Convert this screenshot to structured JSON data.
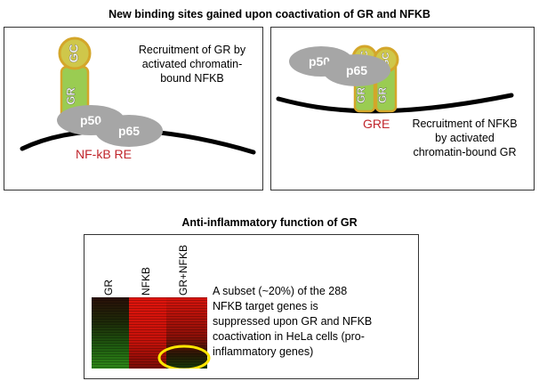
{
  "title": "New binding sites gained upon coactivation of GR and NFKB",
  "left_panel": {
    "description_lines": [
      "Recruitment of GR by",
      "activated chromatin-",
      "bound NFKB"
    ],
    "gr_label": "GR",
    "gc_label": "GC",
    "p50_label": "p50",
    "p65_label": "p65",
    "re_label": "NF-kB RE"
  },
  "right_panel": {
    "description_lines": [
      "Recruitment of NFKB",
      "by activated",
      "chromatin-bound GR"
    ],
    "gr_label": "GR",
    "gc_label": "GC",
    "p50_label": "p50",
    "p65_label": "p65",
    "re_label": "GRE"
  },
  "section_title": "Anti-inflammatory function of GR",
  "heatmap": {
    "columns": [
      "GR",
      "NFKB",
      "GR+NFKB"
    ],
    "description_lines": [
      "A subset (~20%) of the 288",
      "NFKB target genes is",
      "suppressed upon GR and NFKB",
      "coactivation in HeLa cells (pro-",
      "inflammatory genes)"
    ]
  },
  "colors": {
    "gr_bar": "#9acc52",
    "gc_ring": "#d4a62a",
    "protein": "#a6a6a6",
    "re_text": "#c0262c",
    "highlight": "#ffe600"
  }
}
